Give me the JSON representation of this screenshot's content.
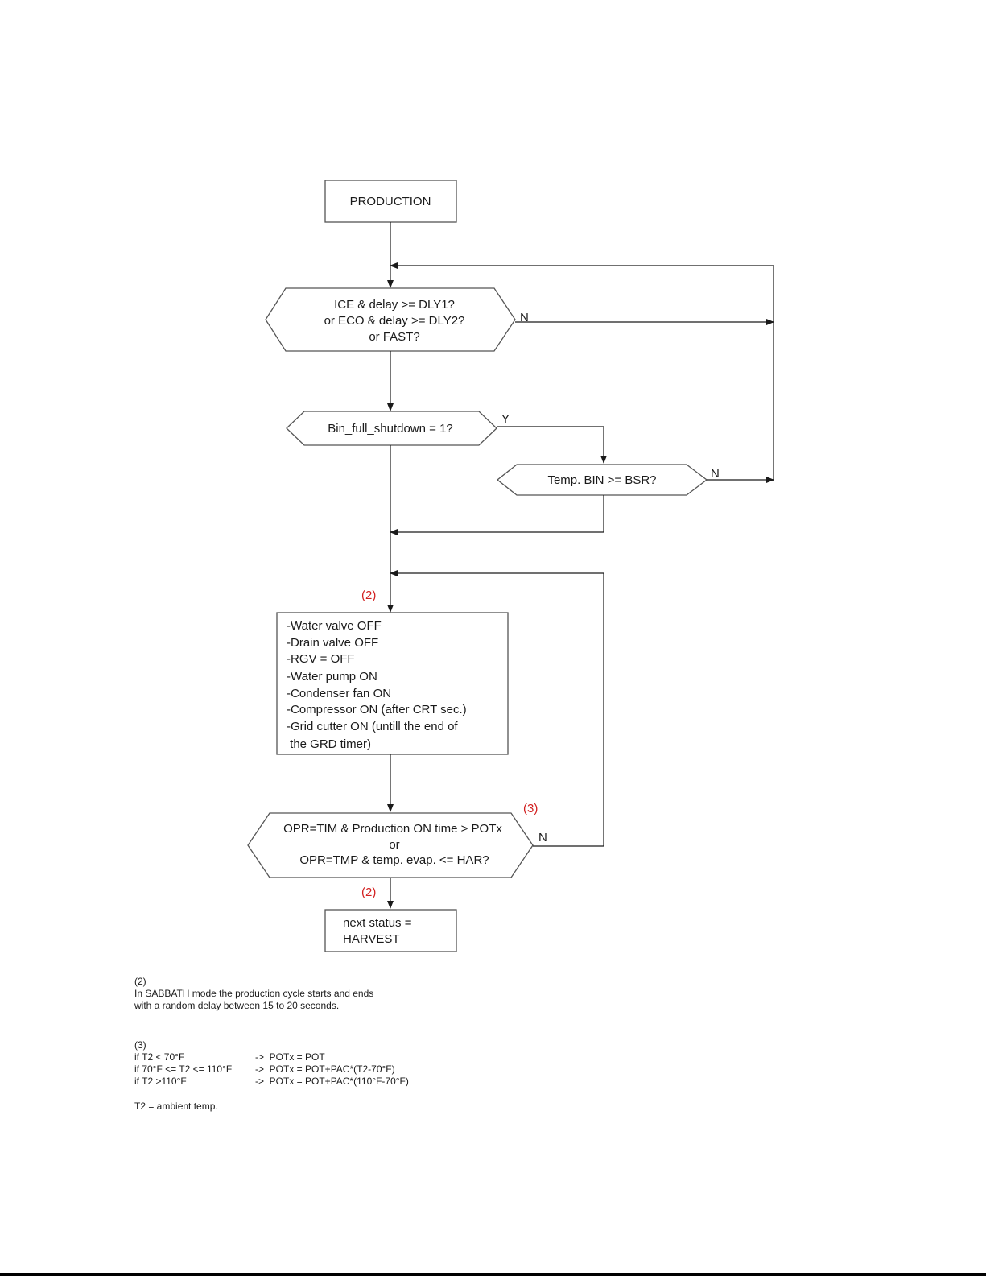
{
  "flowchart": {
    "start": "PRODUCTION",
    "decision_1": [
      "ICE & delay >= DLY1?",
      "or ECO & delay >= DLY2?",
      "or FAST?"
    ],
    "decision_1_no": "N",
    "decision_2": "Bin_full_shutdown = 1?",
    "decision_2_yes": "Y",
    "decision_3": "Temp. BIN >= BSR?",
    "decision_3_no": "N",
    "ref_before_actions": "(2)",
    "actions": [
      "-Water valve OFF",
      "-Drain valve OFF",
      "-RGV = OFF",
      "-Water pump ON",
      "-Condenser fan ON",
      "-Compressor ON (after CRT sec.)",
      "-Grid cutter ON (untill the end of",
      " the GRD timer)"
    ],
    "ref_decision_4": "(3)",
    "decision_4": [
      "OPR=TIM & Production ON time > POTx",
      "or",
      "OPR=TMP & temp. evap. <= HAR?"
    ],
    "decision_4_no": "N",
    "ref_before_end": "(2)",
    "end": [
      "next status =",
      "HARVEST"
    ]
  },
  "notes": {
    "note2_ref": "(2)",
    "note2_lines": [
      "In SABBATH mode the production cycle starts and ends",
      "with a random delay between 15 to 20 seconds."
    ],
    "note3_ref": "(3)",
    "note3_rows": [
      {
        "condition": "if T2 < 70°F",
        "result": "->  POTx = POT"
      },
      {
        "condition": "if 70°F <= T2 <= 110°F",
        "result": "->  POTx = POT+PAC*(T2-70°F)"
      },
      {
        "condition": "if T2 >110°F",
        "result": "->  POTx = POT+PAC*(110°F-70°F)"
      }
    ],
    "t2_def": "T2 =  ambient temp."
  }
}
